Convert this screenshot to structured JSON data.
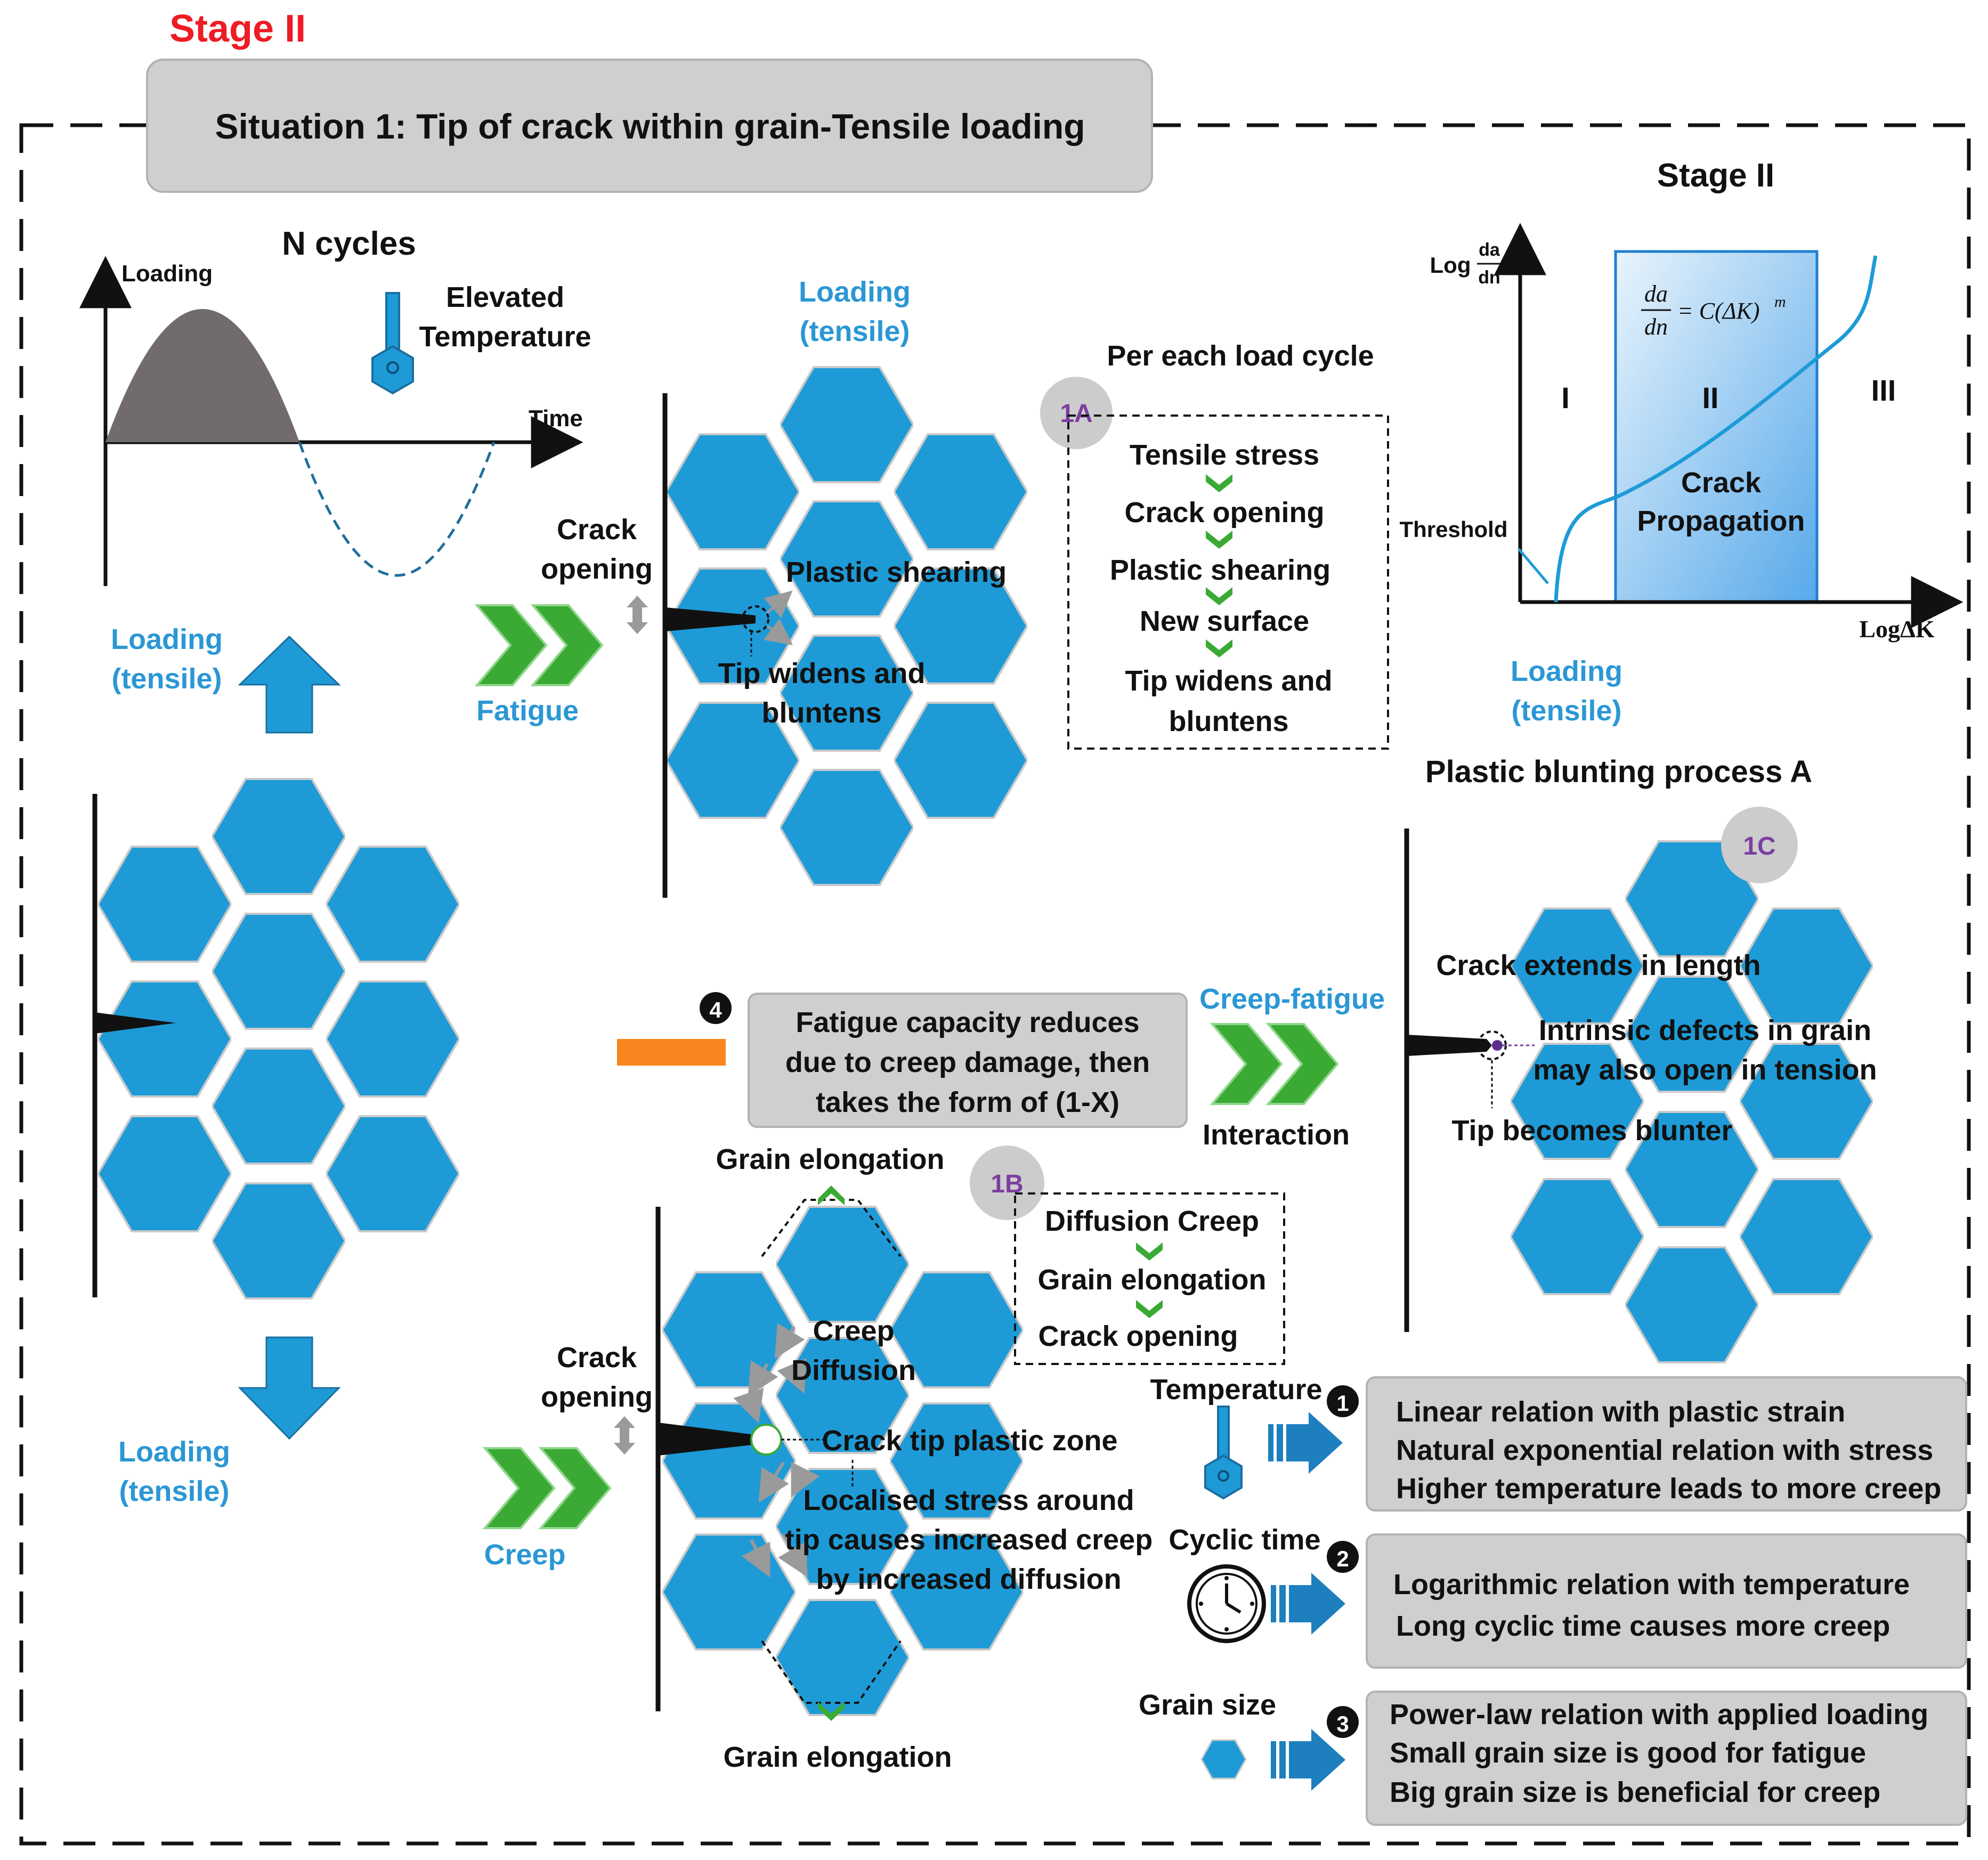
{
  "stage_label": "Stage II",
  "situation_title": "Situation 1: Tip of crack within grain-Tensile loading",
  "left": {
    "n_cycles": "N cycles",
    "axis_loading": "Loading",
    "axis_time": "Time",
    "temp_line1": "Elevated",
    "temp_line2": "Temperature",
    "loading_up_1": "Loading",
    "loading_up_2": "(tensile)",
    "loading_down_1": "Loading",
    "loading_down_2": "(tensile)"
  },
  "fatigue": {
    "label": "Fatigue",
    "loading_1": "Loading",
    "loading_2": "(tensile)",
    "crack_opening_1": "Crack",
    "crack_opening_2": "opening",
    "plastic_shearing": "Plastic shearing",
    "tip_1": "Tip widens and",
    "tip_2": "bluntens",
    "badge": "1A",
    "box_title": "Per each load cycle",
    "steps": [
      "Tensile stress",
      "Crack opening",
      "Plastic shearing",
      "New surface",
      "Tip widens and",
      "bluntens"
    ]
  },
  "middle": {
    "badge_number": "4",
    "text_1": "Fatigue capacity reduces",
    "text_2": "due to creep damage, then",
    "text_3": "takes the form of (1-X)",
    "creep_fatigue": "Creep-fatigue",
    "interaction": "Interaction"
  },
  "creep": {
    "label": "Creep",
    "grain_elongation_top": "Grain elongation",
    "grain_elongation_bottom": "Grain elongation",
    "crack_opening_1": "Crack",
    "crack_opening_2": "opening",
    "creep_diffusion_1": "Creep",
    "creep_diffusion_2": "Diffusion",
    "plastic_zone": "Crack tip plastic zone",
    "localised_1": "Localised stress around",
    "localised_2": "tip causes increased creep",
    "localised_3": "by increased diffusion",
    "badge": "1B",
    "steps": [
      "Diffusion Creep",
      "Grain elongation",
      "Crack opening"
    ]
  },
  "chart": {
    "title": "Stage II",
    "ylabel_prefix": "Log",
    "ylabel_num": "da",
    "ylabel_den": "dn",
    "xlabel": "LogΔK",
    "formula_num": "da",
    "formula_den": "dn",
    "formula_rhs": "= C(ΔK)",
    "formula_exp": "m",
    "region_1": "I",
    "region_2": "II",
    "region_3": "III",
    "band_text_1": "Crack",
    "band_text_2": "Propagation",
    "threshold": "Threshold",
    "loading_1": "Loading",
    "loading_2": "(tensile)"
  },
  "blunting": {
    "title": "Plastic blunting process A",
    "badge": "1C",
    "crack_extends": "Crack extends in length",
    "defects_1": "Intrinsic defects in grain",
    "defects_2": "may also open in tension",
    "tip_blunter": "Tip becomes blunter"
  },
  "factors": [
    {
      "label": "Temperature",
      "number": "1",
      "icon": "thermometer-icon",
      "lines": [
        "Linear relation with plastic strain",
        "Natural exponential relation with stress",
        "Higher temperature leads to more creep"
      ]
    },
    {
      "label": "Cyclic time",
      "number": "2",
      "icon": "clock-icon",
      "lines": [
        "Logarithmic relation with temperature",
        "Long cyclic time causes more creep"
      ]
    },
    {
      "label": "Grain size",
      "number": "3",
      "icon": "hexagon-icon",
      "lines": [
        "Power-law relation with applied loading",
        "Small grain size is good for fatigue",
        "Big grain size is beneficial for creep"
      ]
    }
  ],
  "colors": {
    "grain_blue": "#1e9bd7",
    "label_blue": "#2b97d4",
    "stage_red": "#ee1c24",
    "chevron_green": "#3aaa35",
    "minus_orange": "#f7861e",
    "box_grey": "#cfcfcf",
    "badge_grey": "#cccccc",
    "badge_purple": "#7b3fa0"
  }
}
